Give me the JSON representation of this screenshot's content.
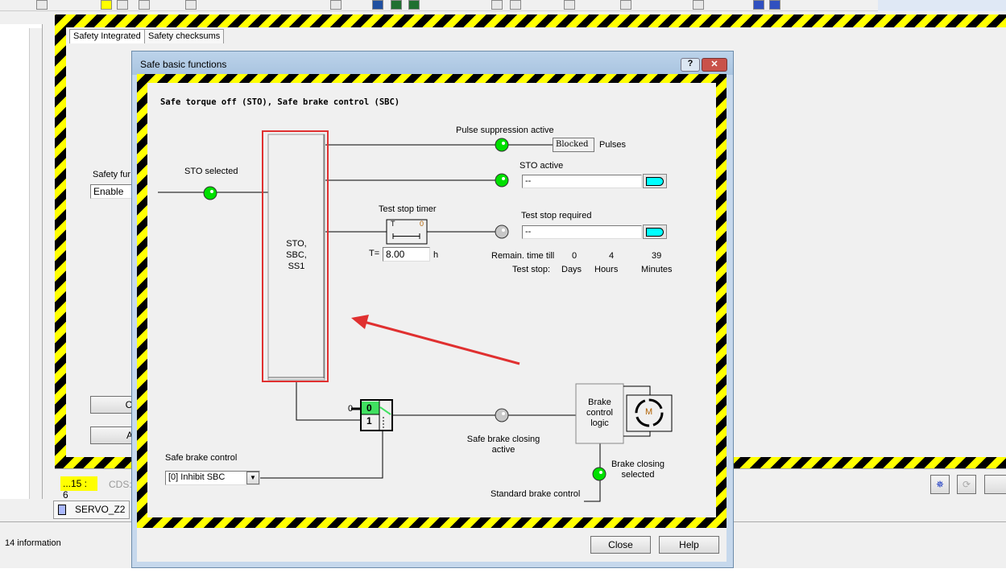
{
  "background": {
    "tabs": [
      "Safety Integrated",
      "Safety checksums"
    ],
    "safety_function_label": "Safety fur",
    "safety_function_value": "Enable",
    "copy_button": "Co",
    "accept_button": "Ac",
    "status_value": "...15 : 6",
    "cds_label": "CDS:",
    "drive_tab": "SERVO_Z2",
    "info_text": "14 information",
    "accent_yellow": "#ffff00"
  },
  "dialog": {
    "title": "Safe basic functions",
    "help_icon": "question-icon",
    "close_icon": "close-icon",
    "heading": "Safe torque off (STO), Safe brake control (SBC)",
    "sto_selected": "STO selected",
    "block_label": [
      "STO,",
      "SBC,",
      "SS1"
    ],
    "pulse_suppression": "Pulse suppression active",
    "blocked": "Blocked",
    "pulses": "Pulses",
    "sto_active": "STO active",
    "sto_active_value": "--",
    "test_stop_timer": "Test stop timer",
    "timer_t": "T",
    "timer_0": "0",
    "t_eq": "T=",
    "t_value": "8.00",
    "t_unit": "h",
    "test_stop_required": "Test stop required",
    "test_stop_required_value": "--",
    "remain_label1": "Remain. time till",
    "remain_label2": "Test stop:",
    "days_value": "0",
    "days_label": "Days",
    "hours_value": "4",
    "hours_label": "Hours",
    "minutes_value": "39",
    "minutes_label": "Minutes",
    "switch_in0": "0",
    "switch_0": "0",
    "switch_1": "1",
    "safe_brake_closing": [
      "Safe brake closing",
      "active"
    ],
    "brake_logic": [
      "Brake",
      "control",
      "logic"
    ],
    "motor": "M",
    "brake_closing_selected": [
      "Brake closing",
      "selected"
    ],
    "standard_brake": "Standard brake control",
    "sbc_label": "Safe brake control",
    "sbc_value": "[0] Inhibit SBC",
    "close_button": "Close",
    "help_button": "Help",
    "led_on": "#00e000",
    "led_off": "#c8c8c8",
    "highlight": "#e03030"
  }
}
